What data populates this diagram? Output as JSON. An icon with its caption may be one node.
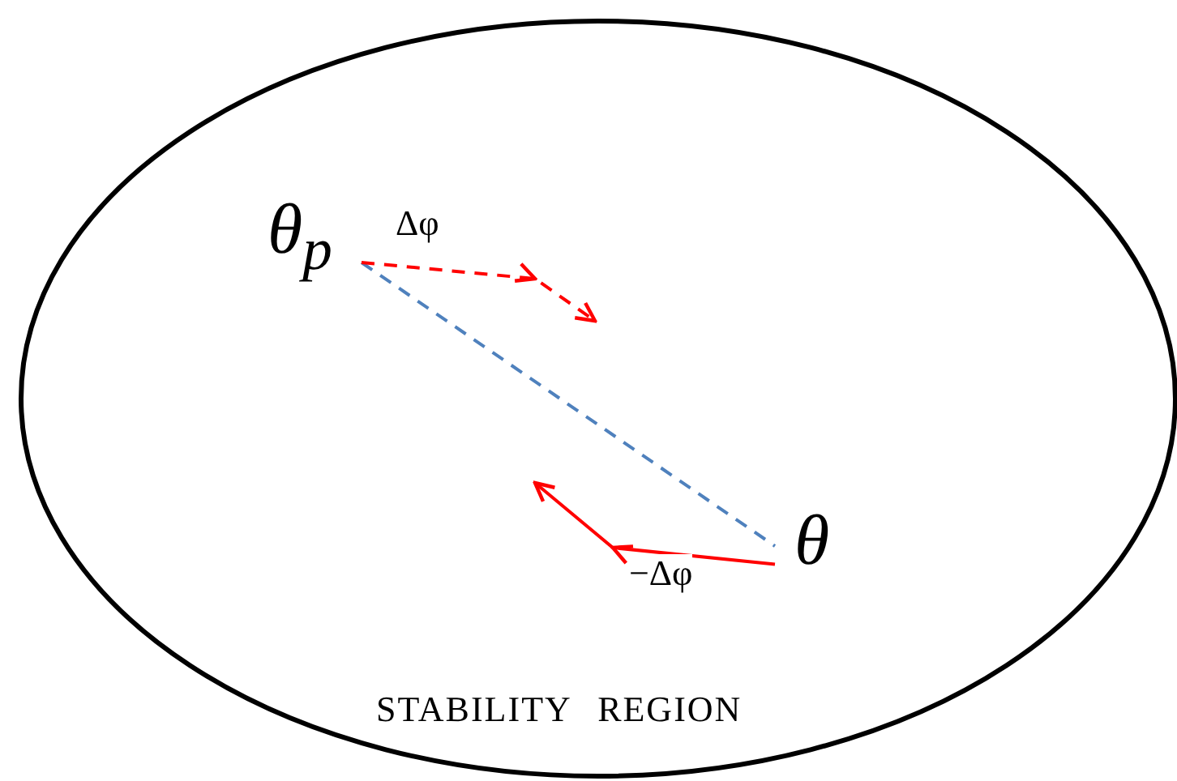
{
  "diagram": {
    "nodes": [
      {
        "text": [
          "STABILITY REGION"
        ]
      },
      {
        "text": [
          "θ$_{p}$"
        ],
        "in": 0
      },
      {
        "text": [
          "θ"
        ],
        "in": 0
      }
    ],
    "edges": [
      {
        "from": 1,
        "to": 2,
        "arrow": "none",
        "style": "dashed",
        "color": "#4f81bd"
      },
      {
        "from": 1,
        "to": null,
        "arrow": "to",
        "style": "dashed",
        "color": "#ff0000",
        "label": "Δφ"
      },
      {
        "from": 2,
        "to": null,
        "arrow": "to",
        "color": "#ff0000",
        "label": "−Δφ"
      }
    ]
  }
}
